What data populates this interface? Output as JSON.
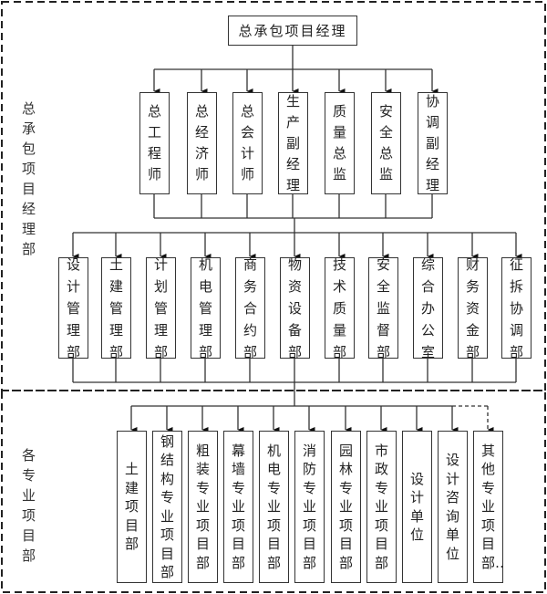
{
  "top": {
    "label": "总承包项目经理"
  },
  "section_labels": {
    "upper": "总承包项目经理部",
    "lower": "各专业项目部"
  },
  "row1": [
    "总工程师",
    "总经济师",
    "总会计师",
    "生产副经理",
    "质量总监",
    "安全总监",
    "协调副经理"
  ],
  "row2": [
    "设计管理部",
    "土建管理部",
    "计划管理部",
    "机电管理部",
    "商务合约部",
    "物资设备部",
    "技术质量部",
    "安全监督部",
    "综合办公室",
    "财务资金部",
    "征拆协调部"
  ],
  "row3": [
    "土建项目部",
    "钢结构专业项目部",
    "粗装专业项目部",
    "幕墙专业项目部",
    "机电专业项目部",
    "消防专业项目部",
    "园林专业项目部",
    "市政专业项目部",
    "设计单位",
    "设计咨询单位",
    "其他专业项目部‥"
  ]
}
